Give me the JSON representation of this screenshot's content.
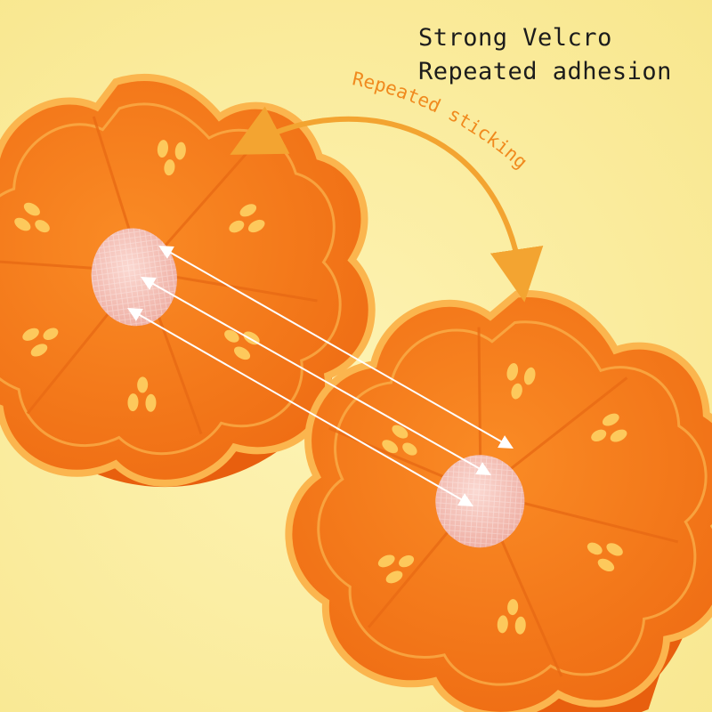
{
  "headline": {
    "line1": "Strong Velcro",
    "line2": "Repeated adhesion"
  },
  "arc_label": "Repeated sticking",
  "colors": {
    "background": "#fbeea0",
    "flower_orange": "#f5771a",
    "flower_rim": "#fbb54e",
    "arc_arrow": "#f3a431",
    "velcro_pad": "#f6c6bd",
    "pointer_lines": "#ffffff"
  },
  "objects": [
    "flower-clip-left",
    "flower-clip-right"
  ]
}
